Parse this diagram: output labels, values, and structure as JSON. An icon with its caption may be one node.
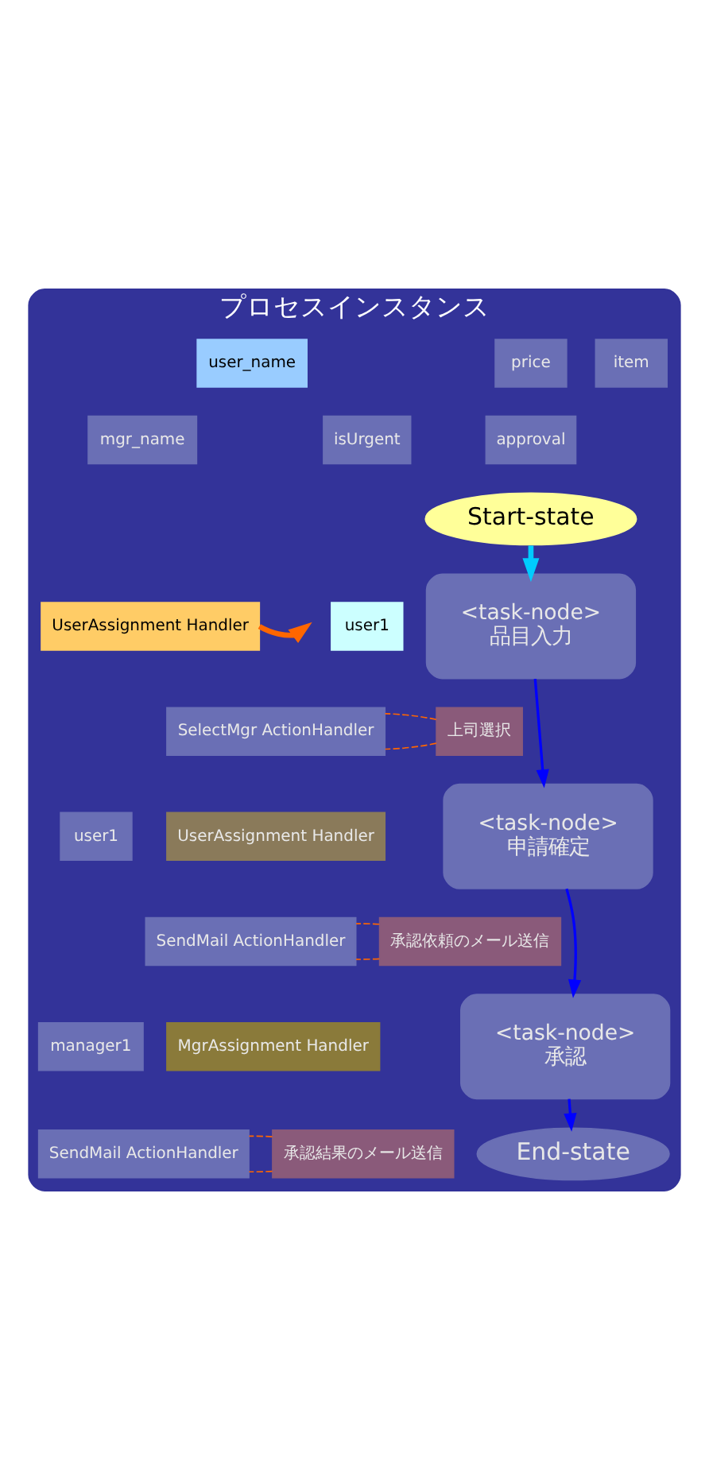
{
  "diagram": {
    "nodes": [
      {
        "text": [
          "プロセスインスタンス"
        ]
      },
      {
        "text": [
          "item"
        ],
        "in": 0
      },
      {
        "text": [
          "price"
        ],
        "in": 0
      },
      {
        "text": [
          "user_name"
        ],
        "in": 0
      },
      {
        "text": [
          "isUrgent"
        ],
        "in": 0
      },
      {
        "text": [
          "approval"
        ],
        "in": 0
      },
      {
        "text": [
          "mgr_name"
        ],
        "in": 0
      },
      {
        "text": [
          "Start-state"
        ],
        "in": 0
      },
      {
        "text": [
          "<task-node>",
          "品目入力"
        ],
        "in": 0
      },
      {
        "text": [
          "上司選択"
        ],
        "in": 0
      },
      {
        "text": [
          "user1"
        ],
        "in": 0
      },
      {
        "text": [
          "UserAssignment Handler"
        ],
        "in": 0
      },
      {
        "text": [
          "SelectMgr ActionHandler"
        ],
        "in": 0
      },
      {
        "text": [
          "<task-node>",
          "申請確定"
        ],
        "in": 0
      },
      {
        "text": [
          "承認依頼のメール送信"
        ],
        "in": 0
      },
      {
        "text": [
          "user1"
        ],
        "in": 0
      },
      {
        "text": [
          "UserAssignment Handler"
        ],
        "in": 0
      },
      {
        "text": [
          "SendMail ActionHandler"
        ],
        "in": 0
      },
      {
        "text": [
          "<task-node>",
          "承認"
        ],
        "in": 0
      },
      {
        "text": [
          "承認結果のメール送信"
        ],
        "in": 0
      },
      {
        "text": [
          "manager1"
        ],
        "in": 0
      },
      {
        "text": [
          "MgrAssignment Handler"
        ],
        "in": 0
      },
      {
        "text": [
          "SendMail ActionHandler"
        ],
        "in": 0
      },
      {
        "text": [
          "End-state"
        ],
        "in": 0
      }
    ],
    "edges": [
      {
        "from": 7,
        "to": 8,
        "arrow": "to",
        "style": "thick",
        "color": "#00ccff"
      },
      {
        "from": 8,
        "to": 13,
        "arrow": "to",
        "color": "#0000ff"
      },
      {
        "from": 13,
        "to": 18,
        "arrow": "to",
        "color": "#0000ff"
      },
      {
        "from": 18,
        "to": 23,
        "arrow": "to",
        "color": "#0000ff"
      },
      {
        "from": 9,
        "to": 12,
        "arrow": "none",
        "style": "dashed",
        "color": "#ff6600"
      },
      {
        "from": 9,
        "to": 12,
        "arrow": "none",
        "style": "dashed",
        "color": "#ff6600"
      },
      {
        "from": 14,
        "to": 17,
        "arrow": "none",
        "style": "dashed",
        "color": "#ff6600"
      },
      {
        "from": 14,
        "to": 17,
        "arrow": "none",
        "style": "dashed",
        "color": "#ff6600"
      },
      {
        "from": 19,
        "to": 22,
        "arrow": "none",
        "style": "dashed",
        "color": "#ff6600"
      },
      {
        "from": 19,
        "to": 22,
        "arrow": "none",
        "style": "dashed",
        "color": "#ff6600"
      },
      {
        "from": 11,
        "to": null,
        "arrow": "to",
        "style": "thick",
        "color": "#ff6600"
      }
    ]
  }
}
